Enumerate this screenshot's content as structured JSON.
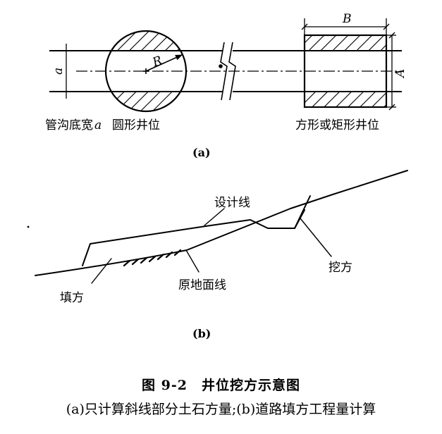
{
  "diagram_a": {
    "dim_a": "a",
    "radius": "R",
    "dim_B": "B",
    "dim_A": "A",
    "label_trench": "管沟底宽",
    "label_trench_var": "a",
    "label_round_pit": "圆形井位",
    "label_square_pit": "方形或矩形井位",
    "sub_label": "(a)"
  },
  "diagram_b": {
    "design_line": "设计线",
    "ground_line": "原地面线",
    "fill": "填方",
    "cut": "挖方",
    "sub_label": "(b)"
  },
  "caption": {
    "title": "图 9-2　井位挖方示意图",
    "note": "(a)只计算斜线部分土石方量;(b)道路填方工程量计算"
  },
  "colors": {
    "ink": "#000000",
    "background": "#ffffff"
  }
}
